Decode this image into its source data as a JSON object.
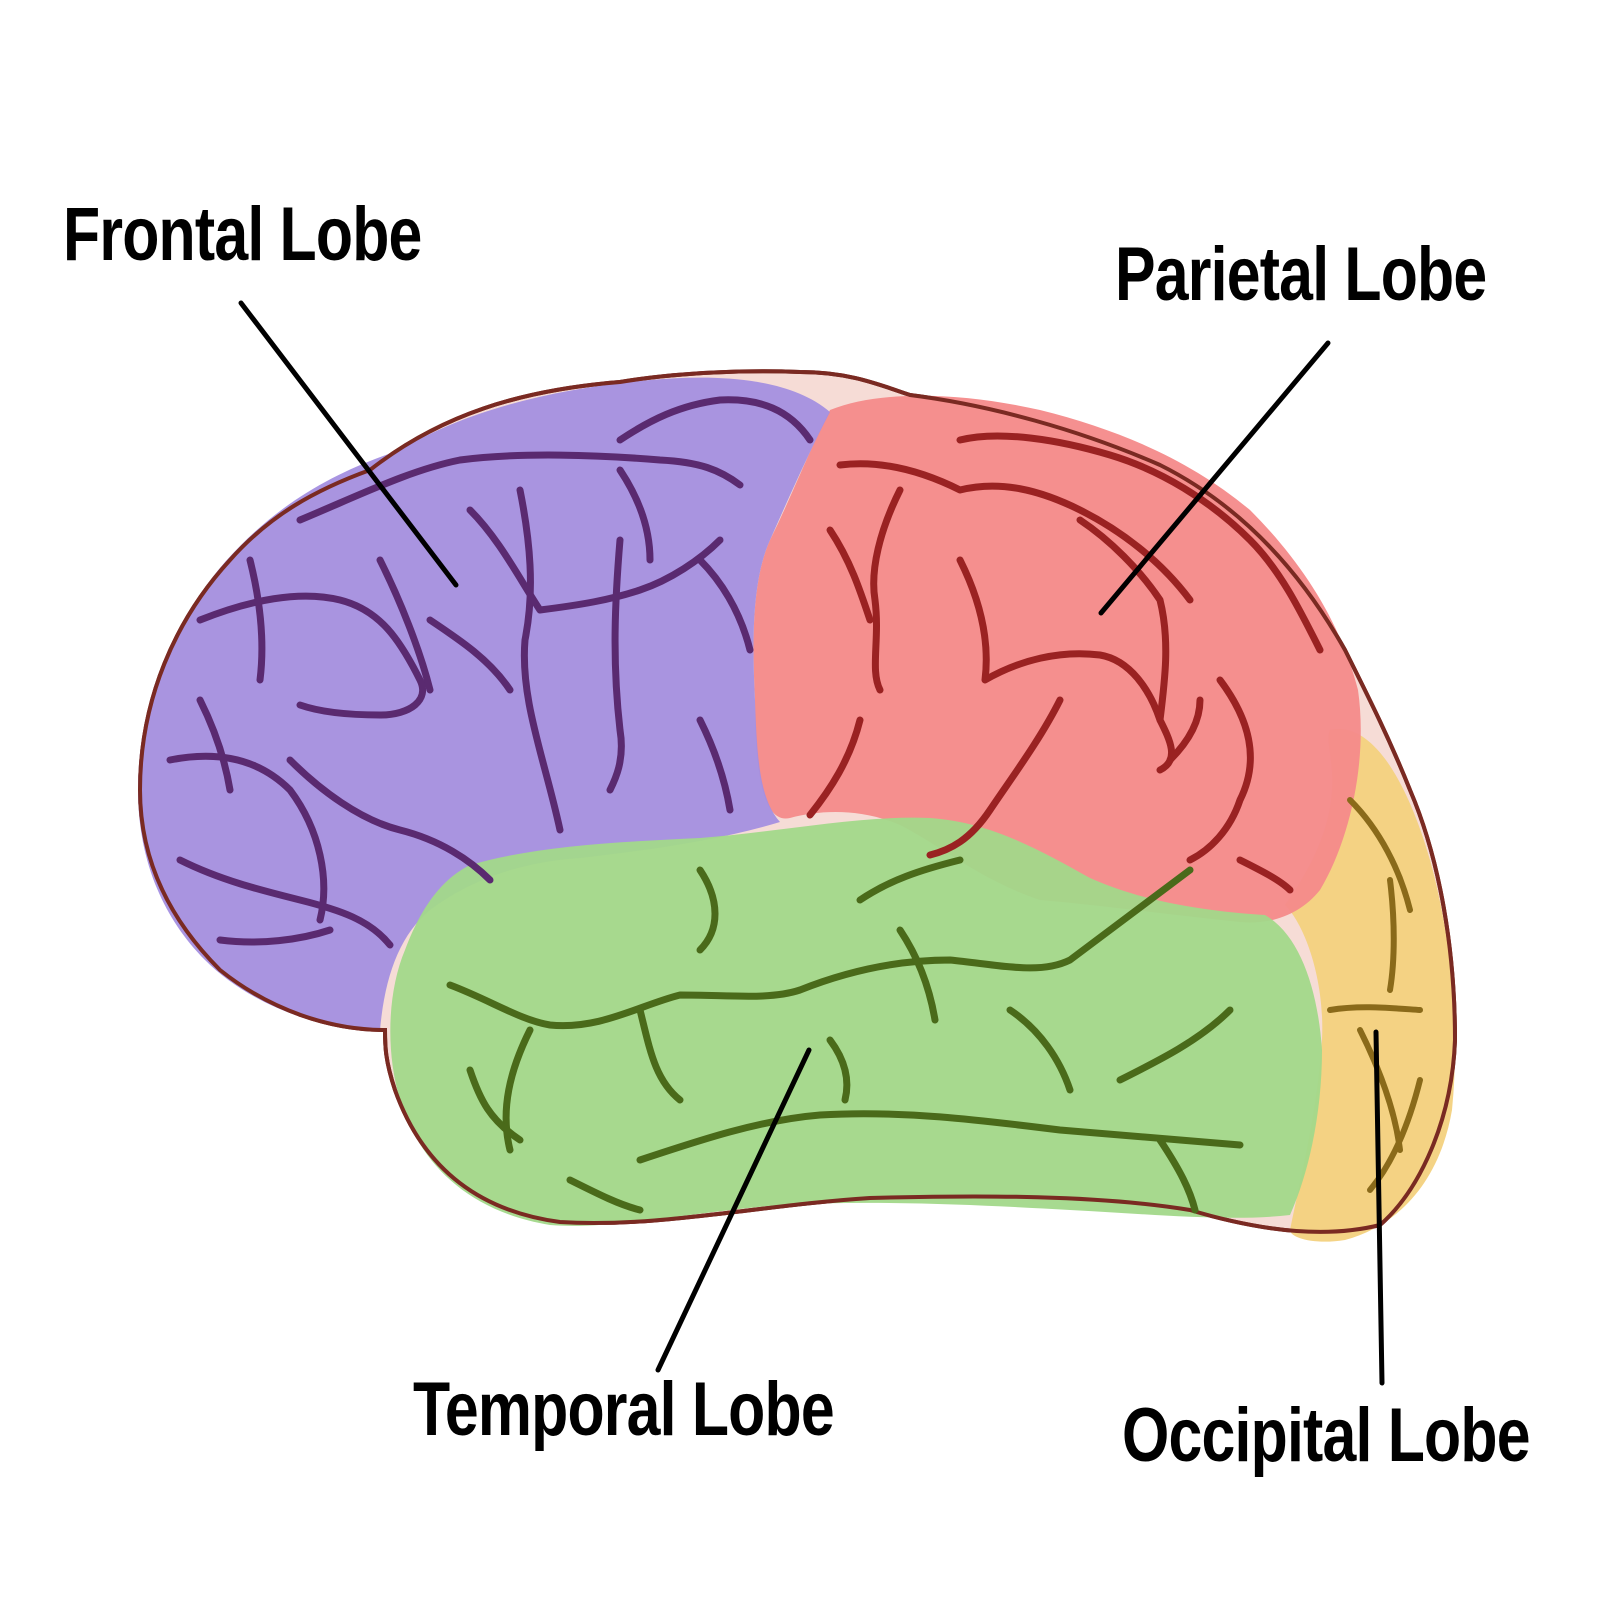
{
  "labels": {
    "frontal": "Frontal Lobe",
    "parietal": "Parietal Lobe",
    "temporal": "Temporal Lobe",
    "occipital": "Occipital Lobe"
  },
  "colors": {
    "frontal": "#a48fe0",
    "parietal": "#f48a8a",
    "temporal": "#a2d88a",
    "occipital": "#f3d17e",
    "outline": "#7a2a22",
    "text": "#000000"
  }
}
